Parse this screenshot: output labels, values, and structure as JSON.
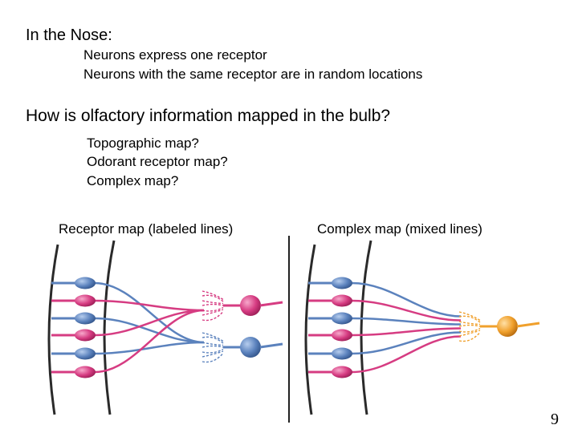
{
  "heading_nose": "In the Nose:",
  "nose_points": [
    "Neurons express one receptor",
    "Neurons with the same receptor are in random locations"
  ],
  "question": "How is olfactory information mapped in the bulb?",
  "options": [
    "Topographic map?",
    "Odorant receptor map?",
    "Complex map?"
  ],
  "left_caption": "Receptor map (labeled lines)",
  "right_caption": "Complex map (mixed lines)",
  "page_number": "9",
  "colors": {
    "pink": "#d63c82",
    "blue": "#5b82bd",
    "orange": "#f0a02c"
  },
  "receptor_neurons": [
    "blue",
    "pink",
    "blue",
    "pink",
    "blue",
    "pink"
  ],
  "left_targets": [
    "pink",
    "blue"
  ],
  "right_targets": [
    "orange"
  ]
}
